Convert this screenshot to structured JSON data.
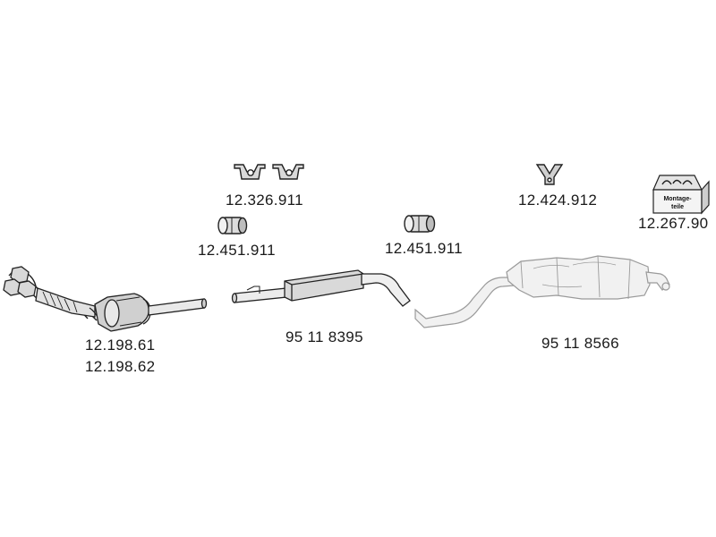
{
  "parts": [
    {
      "id": "catalytic_converter",
      "numbers": [
        "12.198.61",
        "12.198.62"
      ]
    },
    {
      "id": "front_pipe_silencer",
      "numbers": [
        "95 11 8395"
      ]
    },
    {
      "id": "rear_silencer",
      "numbers": [
        "95 11 8566"
      ]
    },
    {
      "id": "hanger_pair",
      "numbers": [
        "12.326.911"
      ]
    },
    {
      "id": "clamp_left",
      "numbers": [
        "12.451.911"
      ]
    },
    {
      "id": "clamp_right",
      "numbers": [
        "12.451.911"
      ]
    },
    {
      "id": "y_hanger",
      "numbers": [
        "12.424.912"
      ]
    },
    {
      "id": "mounting_kit",
      "numbers": [
        "12.267.90"
      ],
      "box_text": [
        "Montage-",
        "teile"
      ]
    }
  ],
  "colors": {
    "line": "#222222",
    "ghost_line": "#9a9a9a",
    "fill": "#e6e6e6",
    "ghost_fill": "#f1f1f1"
  }
}
